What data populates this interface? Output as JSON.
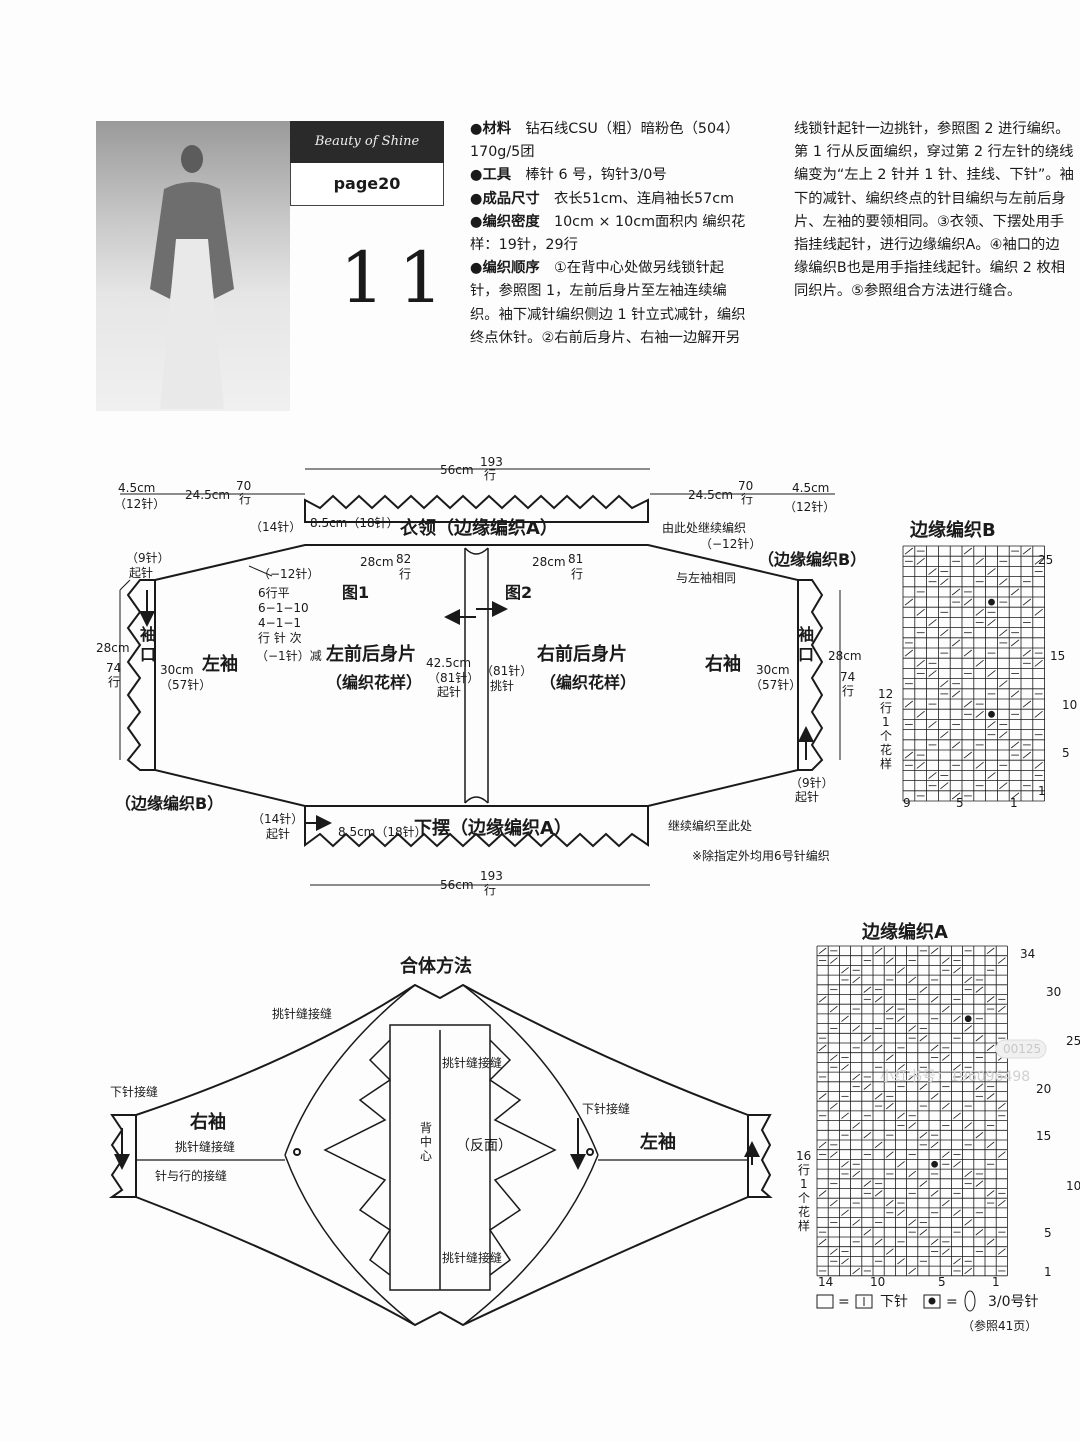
{
  "header": {
    "banner": "Beauty of Shine",
    "page": "page20",
    "number": "11"
  },
  "instructions": {
    "col_a": [
      {
        "label": "●材料",
        "text": "　钻石线CSU（粗）暗粉色（504）"
      },
      {
        "label": "",
        "text": "170g/5团"
      },
      {
        "label": "●工具",
        "text": "　棒针 6 号，钩针3/0号"
      },
      {
        "label": "●成品尺寸",
        "text": "　衣长51cm、连肩袖长57cm"
      },
      {
        "label": "●编织密度",
        "text": "　10cm × 10cm面积内 编织花"
      },
      {
        "label": "",
        "text": "样：19针，29行"
      },
      {
        "label": "●编织顺序",
        "text": "　①在背中心处做另线锁针起"
      },
      {
        "label": "",
        "text": "针，参照图 1，左前后身片至左袖连续编"
      },
      {
        "label": "",
        "text": "织。袖下减针编织侧边 1 针立式减针，编织"
      },
      {
        "label": "",
        "text": "终点休针。②右前后身片、右袖一边解开另"
      }
    ],
    "col_b": [
      "线锁针起针一边挑针，参照图 2 进行编织。",
      "第 1 行从反面编织，穿过第 2 行左针的绕线",
      "编变为“左上 2 针并 1 针、挂线、下针”。袖",
      "下的减针、编织终点的针目编织与左前后身",
      "片、左袖的要领相同。③衣领、下摆处用手",
      "指挂线起针，进行边缘编织A。④袖口的边",
      "缘编织B也是用手指挂线起针。编织 2 枚相",
      "同织片。⑤参照组合方法进行缝合。"
    ]
  },
  "schematic": {
    "top_width": "56cm",
    "top_rows_a": "193",
    "top_rows_b": "行",
    "left_cuff_w": "4.5cm",
    "left_cuff_sts": "（12针）",
    "left_arm_len": "24.5cm",
    "left_arm_rows_a": "70",
    "left_arm_rows_b": "行",
    "right_arm_len": "24.5cm",
    "right_arm_rows_a": "70",
    "right_arm_rows_b": "行",
    "right_cuff_w": "4.5cm",
    "right_cuff_sts": "（12针）",
    "collar_sts": "（14针）",
    "collar_h": "8.5cm（18针）",
    "collar_name": "衣领（边缘编织A）",
    "collar_continue": "由此处继续编织",
    "collar_dec": "（−12针）",
    "right_edge_b": "（边缘编织B）",
    "same_as_left": "与左袖相同",
    "half_w_left": "28cm",
    "half_rows_left_a": "82",
    "half_rows_left_b": "行",
    "half_w_right": "28cm",
    "half_rows_right_a": "81",
    "half_rows_right_b": "行",
    "left_start": "（9针）",
    "left_start_b": "起针",
    "left_dec": "（−12针）",
    "dec_lines": [
      "6行平",
      "6−1−10",
      "4−1−1",
      "行 针 次"
    ],
    "dec_total": "（−1针）减",
    "fig1": "图1",
    "fig2": "图2",
    "cuff_label": [
      "袖",
      "口"
    ],
    "cuff_h_left": "28cm",
    "cuff_rows_left": [
      "74",
      "行"
    ],
    "sleeve_w_left": "30cm",
    "sleeve_sts_left": "（57针）",
    "left_sleeve": "左袖",
    "left_body": "左前后身片",
    "left_body_pattern": "（编织花样）",
    "center_h": "42.5cm",
    "center_sts_l": "（81针）",
    "center_start": "起针",
    "center_sts_r": "（81针）",
    "center_pick": "挑针",
    "right_body": "右前后身片",
    "right_body_pattern": "（编织花样）",
    "right_sleeve": "右袖",
    "sleeve_w_right": "30cm",
    "sleeve_sts_right": "（57针）",
    "cuff_h_right": "28cm",
    "cuff_rows_right": [
      "74",
      "行"
    ],
    "right_start": "（9针）",
    "right_start_b": "起针",
    "left_edge_b": "（边缘编织B）",
    "hem_sts": "（14针）",
    "hem_start": "起针",
    "hem_h": "8.5cm（18针）",
    "hem_name": "下摆（边缘编织A）",
    "hem_continue": "继续编织至此处",
    "note": "※除指定外均用6号针编织",
    "bottom_width": "56cm",
    "bottom_rows_a": "193",
    "bottom_rows_b": "行"
  },
  "chart_b": {
    "title": "边缘编织B",
    "repeat": [
      "12",
      "行",
      "1",
      "个",
      "花",
      "样"
    ],
    "col_nums": [
      "9",
      "5",
      "1"
    ],
    "row_nums": [
      "25",
      "15",
      "10",
      "5",
      "1"
    ]
  },
  "chart_a": {
    "title": "边缘编织A",
    "repeat": [
      "16",
      "行",
      "1",
      "个",
      "花",
      "样"
    ],
    "col_nums": [
      "14",
      "10",
      "5",
      "1"
    ],
    "row_nums": [
      "34",
      "30",
      "25",
      "20",
      "15",
      "10",
      "5",
      "1"
    ],
    "legend_knit": "下针",
    "legend_hook": "3/0号针",
    "legend_ref": "（参照41页）",
    "legend_eq": "="
  },
  "assembly": {
    "title": "合体方法",
    "mattress": "挑针缝接缝",
    "knit_graft_l": "下针接缝",
    "right_sleeve": "右袖",
    "mattress_side": "挑针缝接缝",
    "st_row": "针与行的接缝",
    "center_back": [
      "背",
      "中",
      "心"
    ],
    "reverse": "（反面）",
    "mattress_top": "挑针缝接缝",
    "mattress_bottom": "挑针缝接缝",
    "knit_graft_r": "下针接缝",
    "left_sleeve": "左袖"
  },
  "footer": {
    "badge": "00125",
    "watermark": "小红书号：196096498"
  }
}
